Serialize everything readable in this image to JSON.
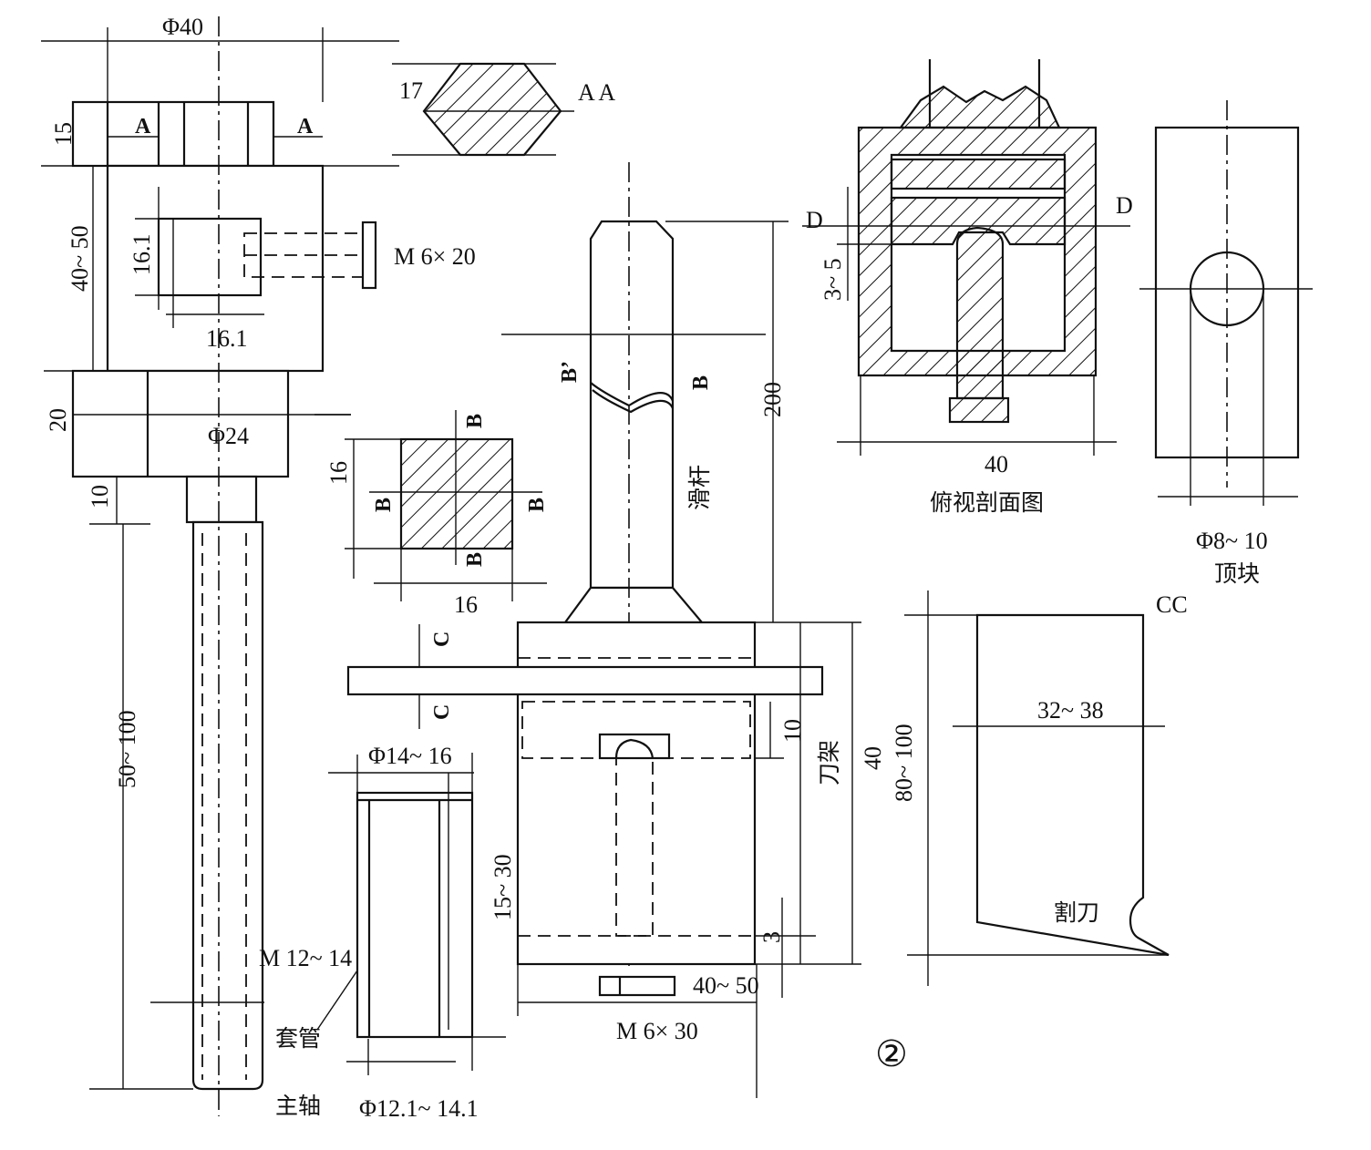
{
  "figure_number": "②",
  "labels": {
    "phi40": "Φ40",
    "dim15": "15",
    "sec_a_left": "A",
    "sec_a_right": "A",
    "dim40_50": "40~ 50",
    "dim16_1_v": "16.1",
    "dim16_1_h": "16.1",
    "m6x20": "M 6× 20",
    "dim20": "20",
    "phi24": "Φ24",
    "dim10_left": "10",
    "dim50_100": "50~ 100",
    "m12_14": "M 12~ 14",
    "sleeve": "套管",
    "spindle": "主轴",
    "aa_17": "17",
    "aa_label": "A A",
    "bb_16_v": "16",
    "bb_16_h": "16",
    "bb_b_top": "B",
    "bb_b_left": "B",
    "bb_b_right": "B",
    "bb_b_bottom": "B",
    "phi14_16": "Φ14~ 16",
    "dim15_30": "15~ 30",
    "phi12_14": "Φ12.1~ 14.1",
    "b_prime": "B’",
    "b_right": "B",
    "slide_rod": "滑杆",
    "dim200": "200",
    "c_top": "C",
    "c_bottom": "C",
    "dim10_frame": "10",
    "tool_holder": "刀架",
    "dim40_frame": "40",
    "dim3": "3",
    "dim40_50_bottom": "40~ 50",
    "m6x30": "M 6× 30",
    "d_left": "D",
    "d_right": "D",
    "dim3_5": "3~ 5",
    "dim40_top": "40",
    "top_section_title": "俯视剖面图",
    "phi8_10": "Φ8~ 10",
    "top_block": "顶块",
    "cc_label": "CC",
    "dim32_38": "32~ 38",
    "dim80_100": "80~ 100",
    "cutter": "割刀"
  }
}
